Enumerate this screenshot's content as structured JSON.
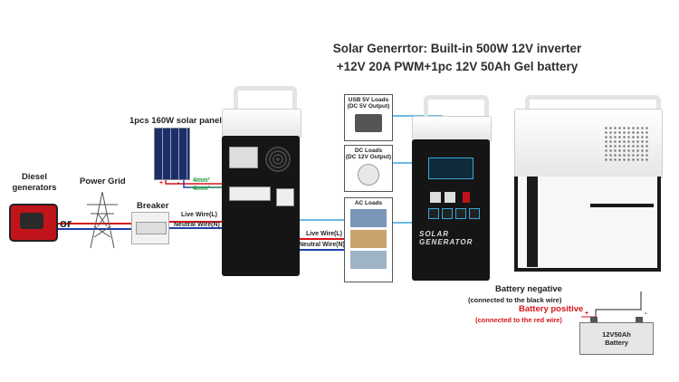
{
  "title": {
    "line1": "Solar Generrtor: Built-in 500W 12V inverter",
    "line2": "+12V 20A PWM+1pc 12V 50Ah Gel battery"
  },
  "labels": {
    "diesel": "Diesel generators",
    "or": "or",
    "power_grid": "Power Grid",
    "breaker": "Breaker",
    "solar_panel": "1pcs 160W solar panel",
    "wire_4mm_a": "4mm²",
    "wire_4mm_b": "4mm²",
    "live_in": "Live Wire(L)",
    "neutral_in": "Neutral Wire(N)",
    "live_out": "Live Wire(L)",
    "neutral_out": "Neutral Wire(N)",
    "usb_loads": "USB 5V Loads",
    "usb_loads_sub": "(DC 5V Output)",
    "dc_loads": "DC Loads",
    "dc_loads_sub": "(DC 12V Output)",
    "ac_loads": "AC Loads",
    "brand": "SOLAR GENERATOR",
    "battery_negative": "Battery negative",
    "battery_negative_sub": "(connected to the black wire)",
    "battery_positive": "Battery positive",
    "battery_positive_sub": "(connected to the red wire)",
    "battery_name": "12V50Ah",
    "battery_word": "Battery",
    "plus": "+",
    "minus": "-"
  },
  "colors": {
    "wire_red": "#d8141b",
    "wire_blue": "#1f3fa8",
    "wire_cyan": "#3aa6dc",
    "wire_green": "#1a9a3a",
    "device_body": "#151515"
  }
}
